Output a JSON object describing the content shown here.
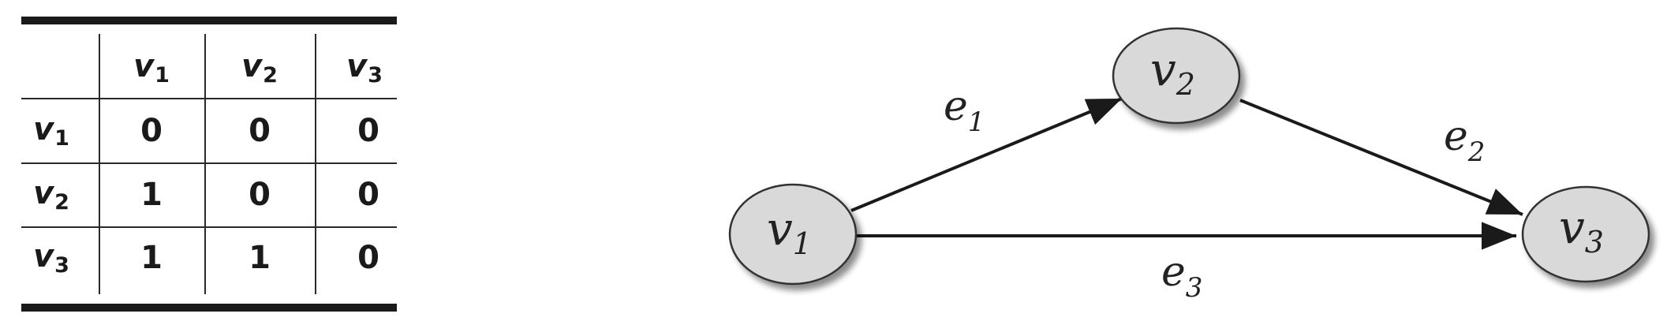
{
  "matrix": {
    "columns": [
      {
        "base": "v",
        "sub": "1"
      },
      {
        "base": "v",
        "sub": "2"
      },
      {
        "base": "v",
        "sub": "3"
      }
    ],
    "rows": [
      {
        "label": {
          "base": "v",
          "sub": "1"
        },
        "cells": [
          "0",
          "0",
          "0"
        ]
      },
      {
        "label": {
          "base": "v",
          "sub": "2"
        },
        "cells": [
          "1",
          "0",
          "0"
        ]
      },
      {
        "label": {
          "base": "v",
          "sub": "3"
        },
        "cells": [
          "1",
          "1",
          "0"
        ]
      }
    ]
  },
  "graph": {
    "nodes": [
      {
        "id": "v1",
        "base": "v",
        "sub": "1",
        "fill": "#d9d9d9"
      },
      {
        "id": "v2",
        "base": "v",
        "sub": "2",
        "fill": "#d9d9d9"
      },
      {
        "id": "v3",
        "base": "v",
        "sub": "3",
        "fill": "#d9d9d9"
      }
    ],
    "edges": [
      {
        "id": "e1",
        "from": "v1",
        "to": "v2",
        "base": "e",
        "sub": "1"
      },
      {
        "id": "e2",
        "from": "v2",
        "to": "v3",
        "base": "e",
        "sub": "2"
      },
      {
        "id": "e3",
        "from": "v1",
        "to": "v3",
        "base": "e",
        "sub": "3"
      }
    ]
  }
}
